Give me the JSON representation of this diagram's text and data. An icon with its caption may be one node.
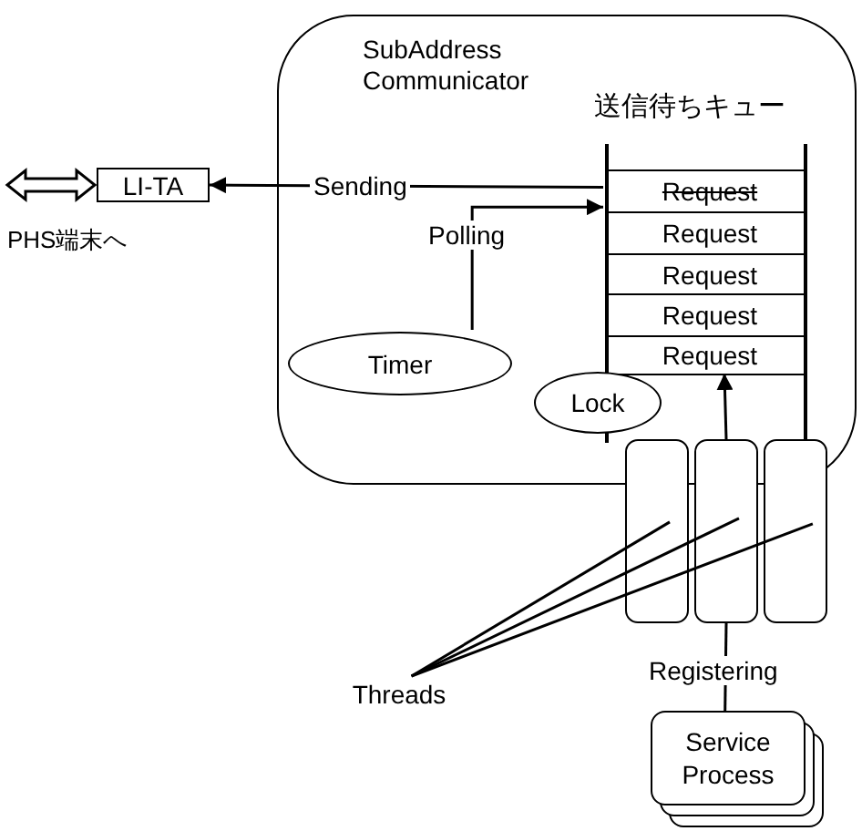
{
  "diagram": {
    "nodes": [
      {
        "text": [
          "SubAddress Communicator"
        ]
      },
      {
        "text": [
          "LI-TA"
        ]
      },
      {
        "text": [
          "送信待ちキュー"
        ],
        "in": 0
      },
      {
        "text": [
          "Request"
        ],
        "in": 2
      },
      {
        "text": [
          "Request"
        ],
        "in": 2
      },
      {
        "text": [
          "Request"
        ],
        "in": 2
      },
      {
        "text": [
          "Request"
        ],
        "in": 2
      },
      {
        "text": [
          "Request"
        ],
        "in": 2
      },
      {
        "text": [
          "Timer"
        ],
        "in": 0
      },
      {
        "text": [
          "Lock"
        ],
        "in": 0
      },
      {
        "text": [],
        "shape": "box"
      },
      {
        "text": [],
        "shape": "box"
      },
      {
        "text": [],
        "shape": "box"
      },
      {
        "text": [
          "Threads"
        ]
      },
      {
        "text": [
          "Service Process"
        ]
      }
    ],
    "edges": [
      {
        "from": 3,
        "to": 1,
        "arrow": "to",
        "label": "Sending"
      },
      {
        "from": 8,
        "to": 3,
        "arrow": "to",
        "label": "Polling"
      },
      {
        "from": 11,
        "to": 7,
        "arrow": "to"
      },
      {
        "from": 13,
        "to": 10,
        "arrow": "none"
      },
      {
        "from": 13,
        "to": 11,
        "arrow": "none"
      },
      {
        "from": 13,
        "to": 12,
        "arrow": "none"
      },
      {
        "from": 11,
        "to": 14,
        "arrow": "none",
        "label": "Registering"
      },
      {
        "from": null,
        "to": 1,
        "arrow": "both"
      }
    ],
    "labels": [
      "PHS端末へ"
    ]
  }
}
